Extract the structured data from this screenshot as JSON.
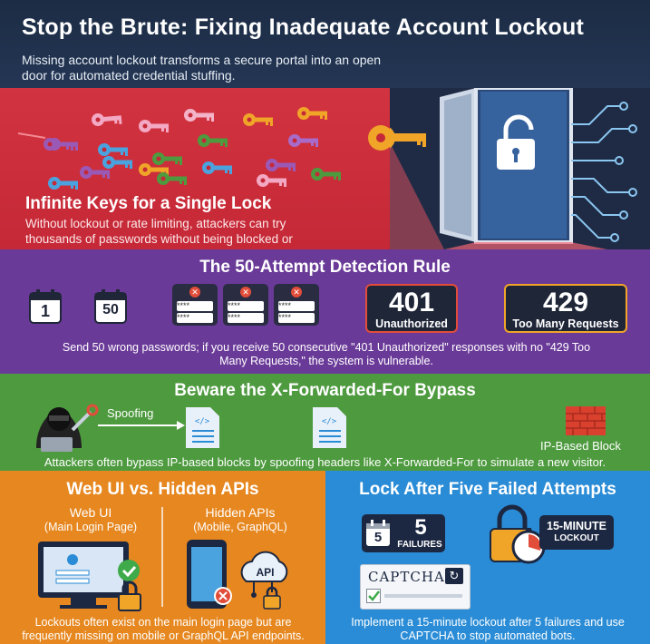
{
  "header": {
    "title": "Stop the Brute: Fixing Inadequate Account Lockout",
    "subtitle": "Missing account lockout transforms a secure portal into an open door for automated credential stuffing."
  },
  "keys_section": {
    "title": "Infinite Keys for a Single Lock",
    "description": "Without lockout or rate limiting, attackers can try thousands of passwords without being blocked or delayed."
  },
  "rule_section": {
    "title": "The 50-Attempt Detection Rule",
    "calendar_1": "1",
    "calendar_50": "50",
    "password_mask": "****",
    "status_401_code": "401",
    "status_401_text": "Unauthorized",
    "status_429_code": "429",
    "status_429_text": "Too Many Requests",
    "description": "Send 50 wrong passwords; if you receive 50 consecutive \"401 Unauthorized\" responses with no \"429 Too Many Requests,\" the system is vulnerable."
  },
  "xff_section": {
    "title": "Beware the X-Forwarded-For Bypass",
    "spoofing_label": "Spoofing",
    "block_label": "IP-Based Block",
    "description": "Attackers often bypass IP-based blocks by spoofing headers like X-Forwarded-For to simulate a new visitor."
  },
  "webui_section": {
    "title": "Web UI vs. Hidden APIs",
    "web_ui_label": "Web UI",
    "web_ui_sub": "(Main Login Page)",
    "api_label": "Hidden APIs",
    "api_sub": "(Mobile, GraphQL)",
    "api_cloud_text": "API",
    "description": "Lockouts often exist on the main login page but are frequently missing on mobile or GraphQL API endpoints."
  },
  "lockout_section": {
    "title": "Lock After Five Failed Attempts",
    "calendar_5": "5",
    "failures_count": "5",
    "failures_label": "FAILURES",
    "lockout_minutes": "15-MINUTE",
    "lockout_label": "LOCKOUT",
    "captcha_text": "CAPTCHA",
    "description": "Implement a 15-minute lockout after 5 failures and use CAPTCHA to stop automated bots."
  },
  "colors": {
    "header_bg": "#1c2c44",
    "keys_bg": "#d23340",
    "rule_bg": "#6a3a98",
    "xff_bg": "#4e9a3f",
    "webui_bg": "#e6871f",
    "lockout_bg": "#2a8cd6",
    "alert_red": "#e24d3a",
    "key_gold": "#f0a428"
  },
  "icons": [
    "key-icon",
    "door-icon",
    "padlock-icon",
    "circuit-icon",
    "calendar-icon",
    "password-field-icon",
    "hacker-icon",
    "wrench-icon",
    "code-file-icon",
    "brick-wall-icon",
    "monitor-icon",
    "checkmark-icon",
    "phone-icon",
    "cloud-icon",
    "error-icon",
    "timer-icon",
    "captcha-icon",
    "refresh-icon"
  ]
}
